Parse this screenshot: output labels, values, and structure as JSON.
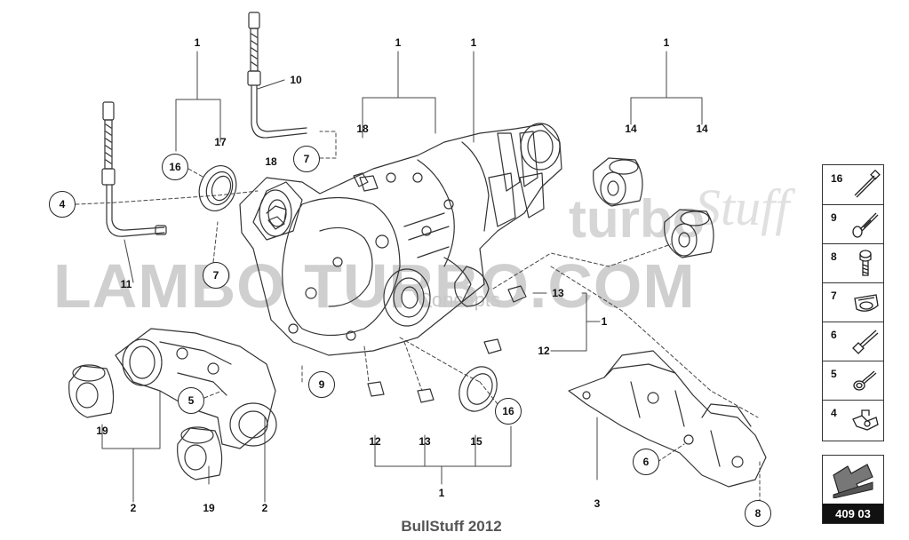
{
  "callouts": [
    {
      "id": "c1a",
      "text": "1",
      "style": "plain"
    },
    {
      "id": "c1b",
      "text": "1",
      "style": "plain"
    },
    {
      "id": "c1c",
      "text": "1",
      "style": "plain"
    },
    {
      "id": "c1d",
      "text": "1",
      "style": "plain"
    },
    {
      "id": "c1e",
      "text": "1",
      "style": "plain"
    },
    {
      "id": "c1f",
      "text": "1",
      "style": "plain"
    },
    {
      "id": "c2a",
      "text": "2",
      "style": "plain"
    },
    {
      "id": "c2b",
      "text": "2",
      "style": "plain"
    },
    {
      "id": "c3",
      "text": "3",
      "style": "plain"
    },
    {
      "id": "c10",
      "text": "10",
      "style": "plain"
    },
    {
      "id": "c11",
      "text": "11",
      "style": "plain"
    },
    {
      "id": "c12a",
      "text": "12",
      "style": "plain"
    },
    {
      "id": "c12b",
      "text": "12",
      "style": "plain"
    },
    {
      "id": "c13a",
      "text": "13",
      "style": "plain"
    },
    {
      "id": "c13b",
      "text": "13",
      "style": "plain"
    },
    {
      "id": "c14a",
      "text": "14",
      "style": "plain"
    },
    {
      "id": "c14b",
      "text": "14",
      "style": "plain"
    },
    {
      "id": "c15",
      "text": "15",
      "style": "plain"
    },
    {
      "id": "c17",
      "text": "17",
      "style": "plain"
    },
    {
      "id": "c18a",
      "text": "18",
      "style": "plain"
    },
    {
      "id": "c18b",
      "text": "18",
      "style": "plain"
    },
    {
      "id": "c19a",
      "text": "19",
      "style": "plain"
    },
    {
      "id": "c19b",
      "text": "19",
      "style": "plain"
    },
    {
      "id": "k4",
      "text": "4",
      "style": "circle"
    },
    {
      "id": "k5",
      "text": "5",
      "style": "circle"
    },
    {
      "id": "k6",
      "text": "6",
      "style": "circle"
    },
    {
      "id": "k7a",
      "text": "7",
      "style": "circle"
    },
    {
      "id": "k7b",
      "text": "7",
      "style": "circle"
    },
    {
      "id": "k8",
      "text": "8",
      "style": "circle"
    },
    {
      "id": "k9",
      "text": "9",
      "style": "circle"
    },
    {
      "id": "k16a",
      "text": "16",
      "style": "circle"
    },
    {
      "id": "k16b",
      "text": "16",
      "style": "circle"
    }
  ],
  "legend": [
    {
      "number": "16",
      "icon": "bolt-long-icon"
    },
    {
      "number": "9",
      "icon": "bolt-flange-icon"
    },
    {
      "number": "8",
      "icon": "bolt-short-icon"
    },
    {
      "number": "7",
      "icon": "clip-icon"
    },
    {
      "number": "6",
      "icon": "bolt-hex-long-icon"
    },
    {
      "number": "5",
      "icon": "bolt-washer-icon"
    },
    {
      "number": "4",
      "icon": "bracket-clip-icon"
    }
  ],
  "reference": {
    "code": "409 03"
  },
  "watermark": {
    "main": "LAMBO TURBO.COM",
    "stuff": "Stuff",
    "sub": "Concepts",
    "turbo": "turbo"
  },
  "credit": "BullStuff 2012",
  "colors": {
    "ink": "#222222",
    "watermark": "#cfcfcf",
    "refbar": "#111111"
  }
}
